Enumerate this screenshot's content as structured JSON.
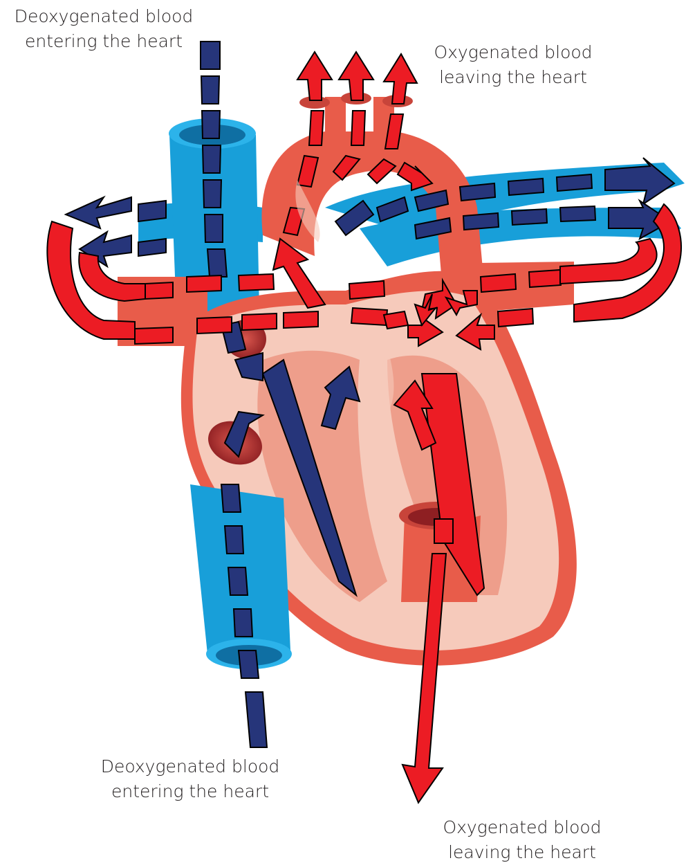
{
  "labels": {
    "top_left": {
      "line1": "Deoxygenated blood",
      "line2": "entering the heart"
    },
    "top_right": {
      "line1": "Oxygenated blood",
      "line2": "leaving the heart"
    },
    "bottom_left": {
      "line1": "Deoxygenated blood",
      "line2": "entering the heart"
    },
    "bottom_right": {
      "line1": "Oxygenated blood",
      "line2": "leaving the heart"
    }
  },
  "colors": {
    "deoxygenated_arrow": "#26357a",
    "oxygenated_arrow": "#ec1c24",
    "vein": "#189fd9",
    "artery": "#e85c4a",
    "heart_light": "#f6cabb",
    "heart_mid": "#ee9e8b",
    "chamber_dark": "#a8292b"
  }
}
